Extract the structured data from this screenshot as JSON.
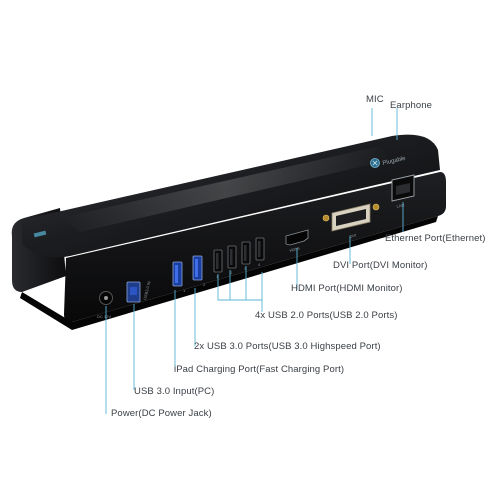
{
  "device": {
    "brand": "Plugable",
    "body_color": "#121214",
    "accent_color": "#59b6d6",
    "port_labels": {
      "dc": "DC 12V",
      "usb_in": "USB3.0 IN",
      "usb3_ports": [
        "1",
        "2"
      ],
      "usb2_ports": [
        "1",
        "2",
        "3",
        "4"
      ],
      "hdmi": "HDMI",
      "dvi": "DVI",
      "lan": "LAN"
    }
  },
  "callouts": {
    "mic": "MIC",
    "earphone": "Earphone",
    "ethernet": "Ethernet Port(Ethernet)",
    "dvi": "DVI Port(DVI Monitor)",
    "hdmi": "HDMI Port(HDMI Monitor)",
    "usb2": "4x USB 2.0 Ports(USB 2.0 Ports)",
    "usb3": "2x USB 3.0 Ports(USB 3.0 Highspeed Port)",
    "ipad": "iPad Charging Port(Fast Charging Port)",
    "usb_input": "USB 3.0 Input(PC)",
    "power": "Power(DC Power Jack)"
  },
  "icons": [
    "plugable-logo-icon",
    "usb-port-icon",
    "hdmi-port-icon",
    "dvi-port-icon",
    "ethernet-port-icon",
    "dc-jack-icon"
  ]
}
